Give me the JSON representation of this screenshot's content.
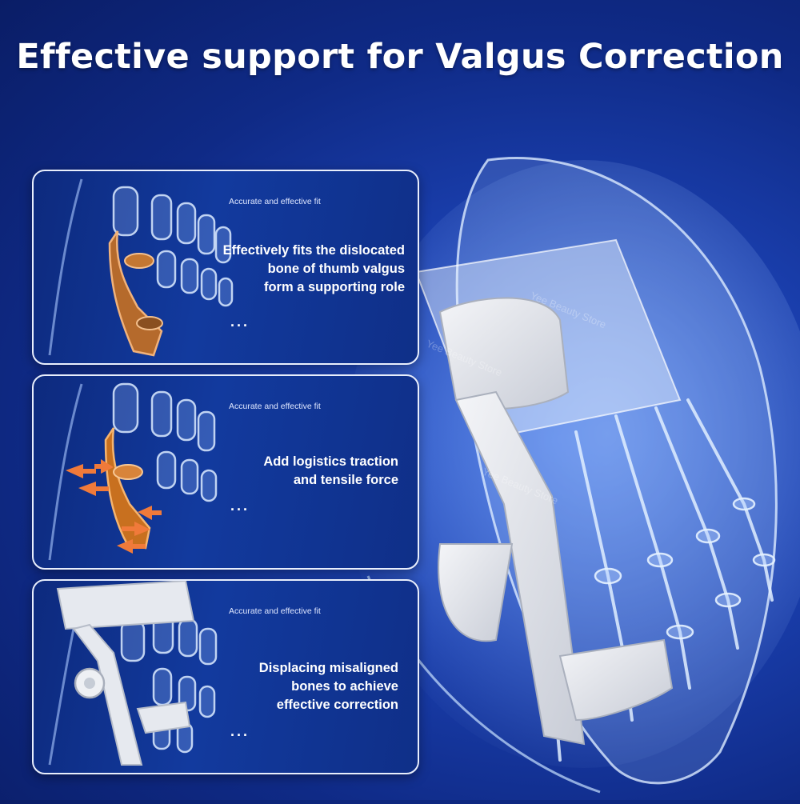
{
  "headline": "Effective support for Valgus Correction",
  "panels": [
    {
      "small_label": "Accurate and effective fit",
      "lines": [
        "Effectively fits the dislocated",
        "bone of thumb valgus",
        "form a supporting role"
      ],
      "dots": "..."
    },
    {
      "small_label": "Accurate and effective fit",
      "lines": [
        "Add logistics traction",
        "and tensile force"
      ],
      "dots": "..."
    },
    {
      "small_label": "Accurate and effective fit",
      "lines": [
        "Displacing misaligned",
        "bones to achieve",
        "effective correction"
      ],
      "dots": "..."
    }
  ],
  "watermark": "Yee Beauty Store",
  "colors": {
    "background": "#1a3fae",
    "highlight": "#d9772a",
    "arrow": "#f07a3a",
    "device": "#e6e9ef"
  }
}
